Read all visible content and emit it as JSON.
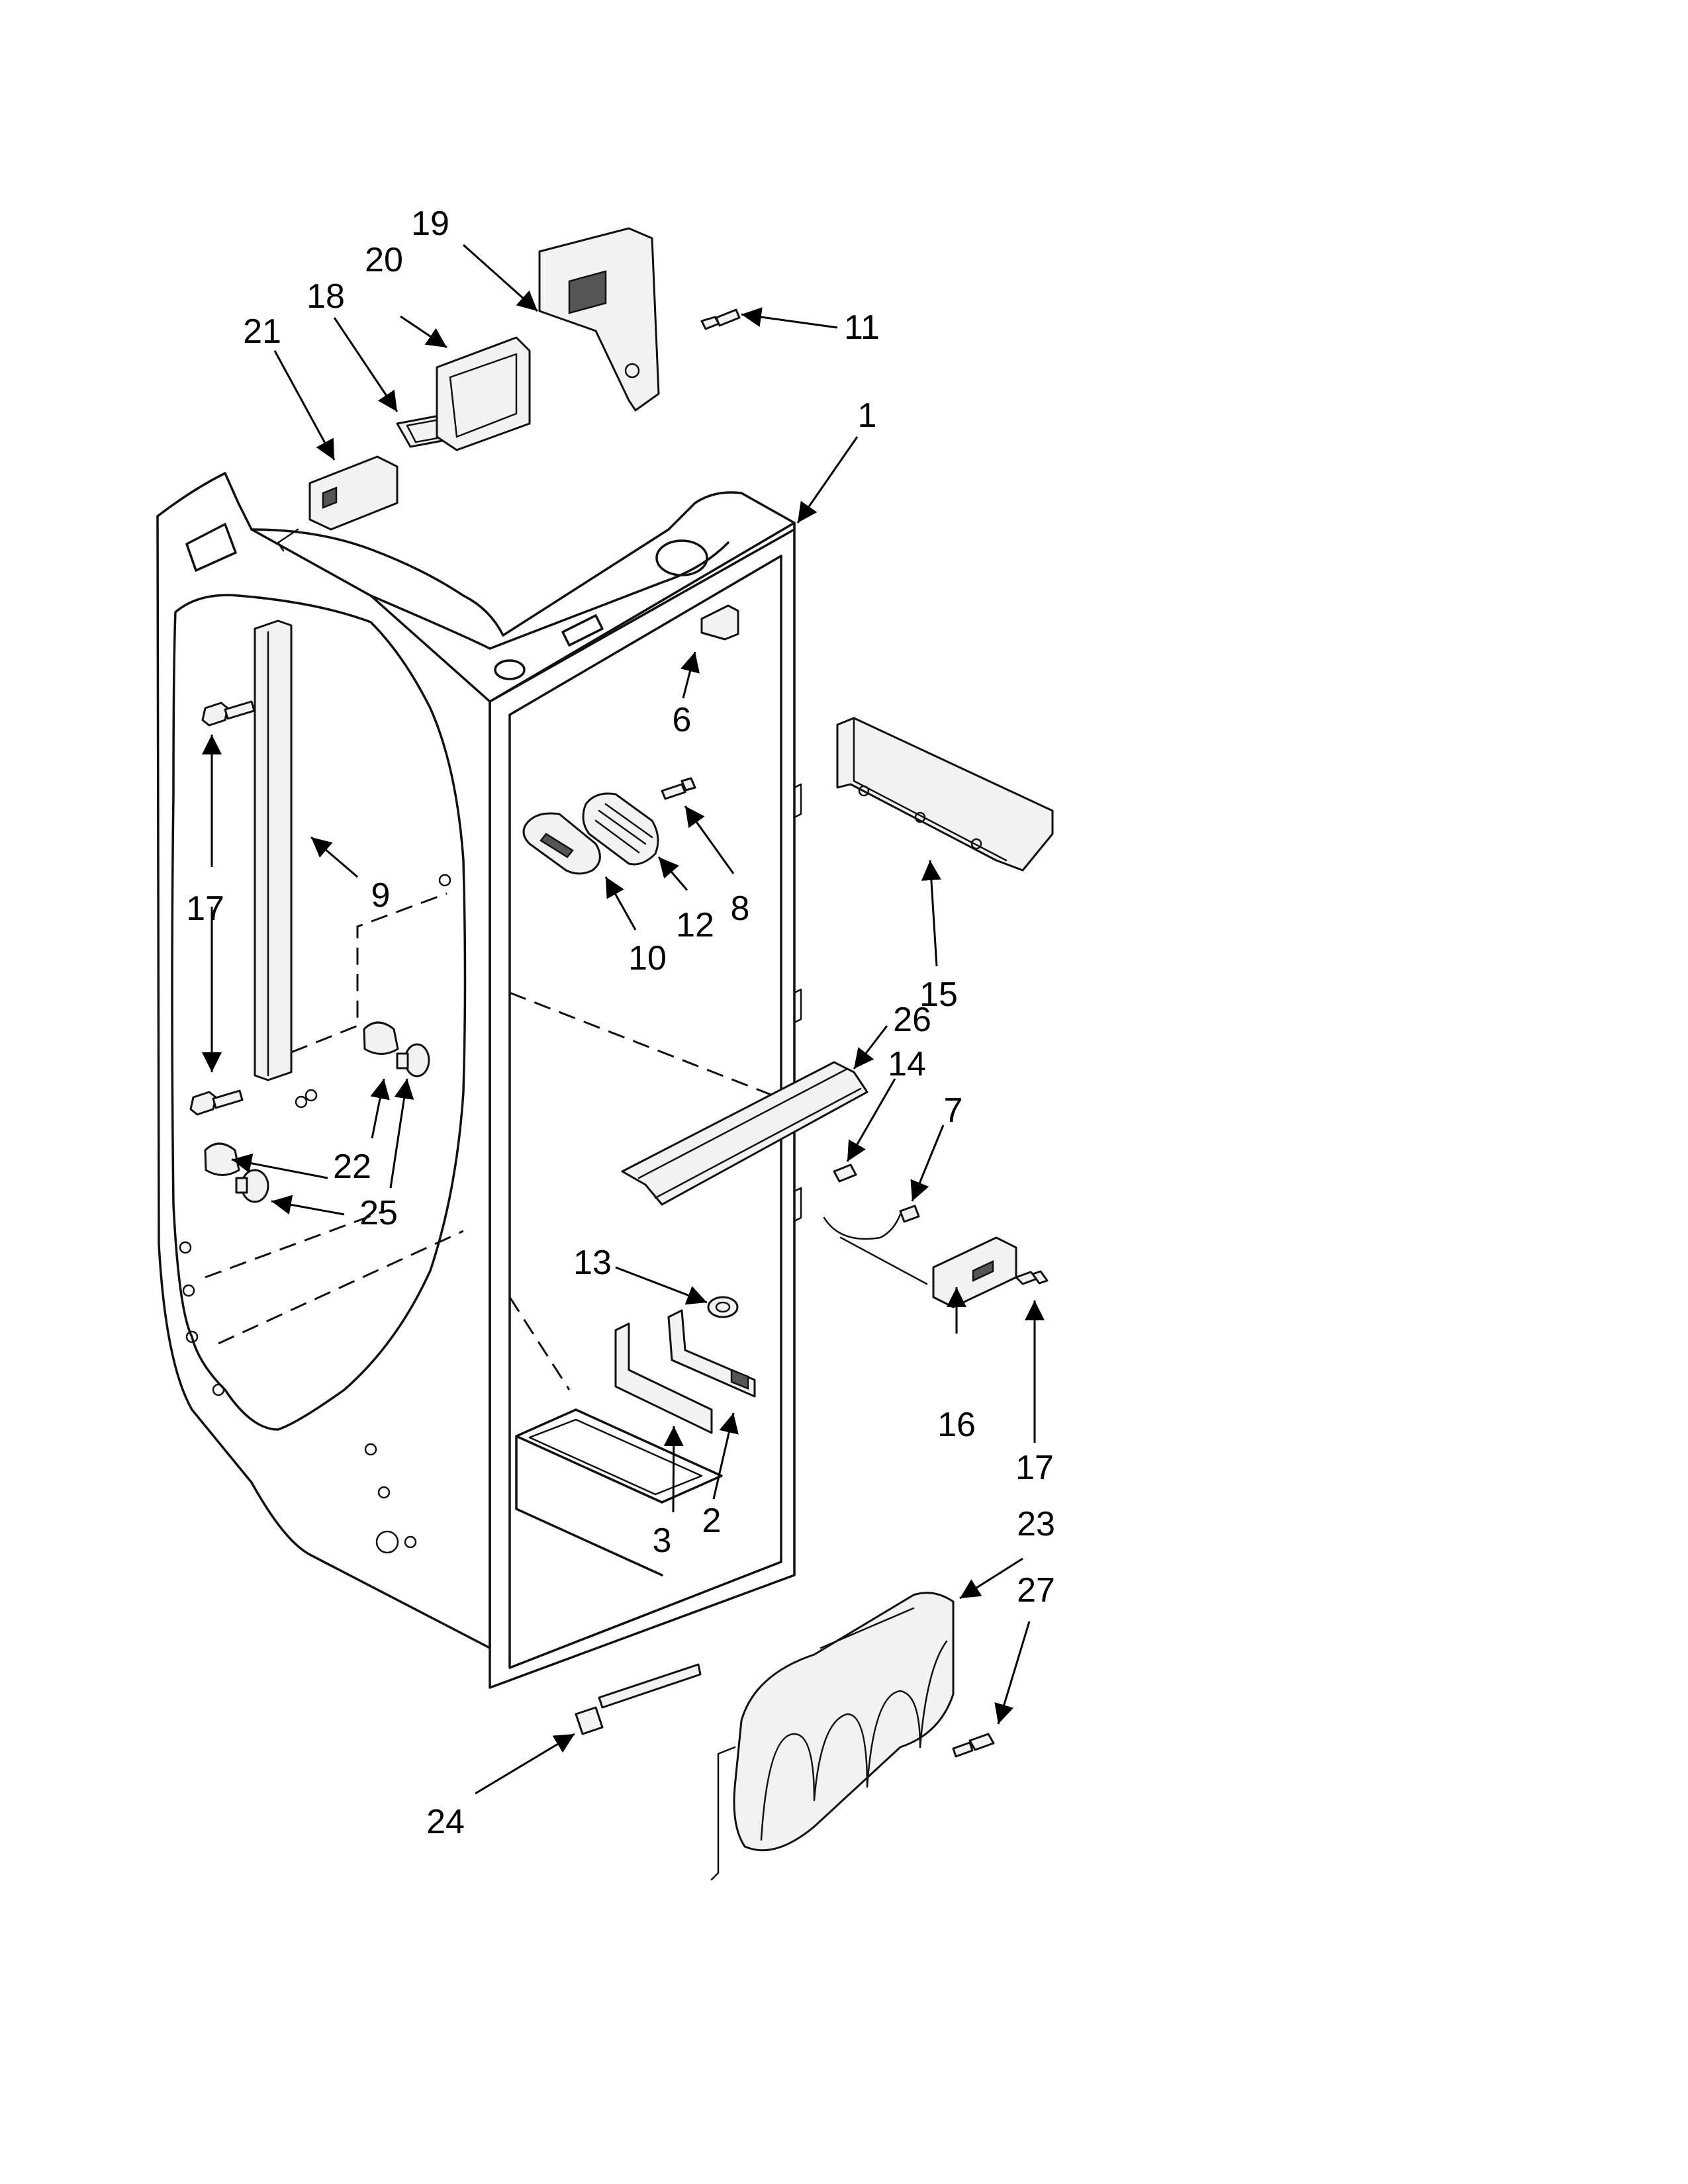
{
  "callouts": {
    "c1": "1",
    "c2": "2",
    "c3": "3",
    "c6": "6",
    "c7": "7",
    "c8": "8",
    "c9": "9",
    "c10": "10",
    "c11": "11",
    "c12": "12",
    "c13": "13",
    "c14": "14",
    "c15": "15",
    "c16": "16",
    "c17a": "17",
    "c17b": "17",
    "c18": "18",
    "c19": "19",
    "c20": "20",
    "c21": "21",
    "c22": "22",
    "c23": "23",
    "c24": "24",
    "c25": "25",
    "c26": "26",
    "c27": "27"
  },
  "colors": {
    "line": "#111111",
    "fill": "#f2f2f2",
    "background": "#ffffff"
  }
}
